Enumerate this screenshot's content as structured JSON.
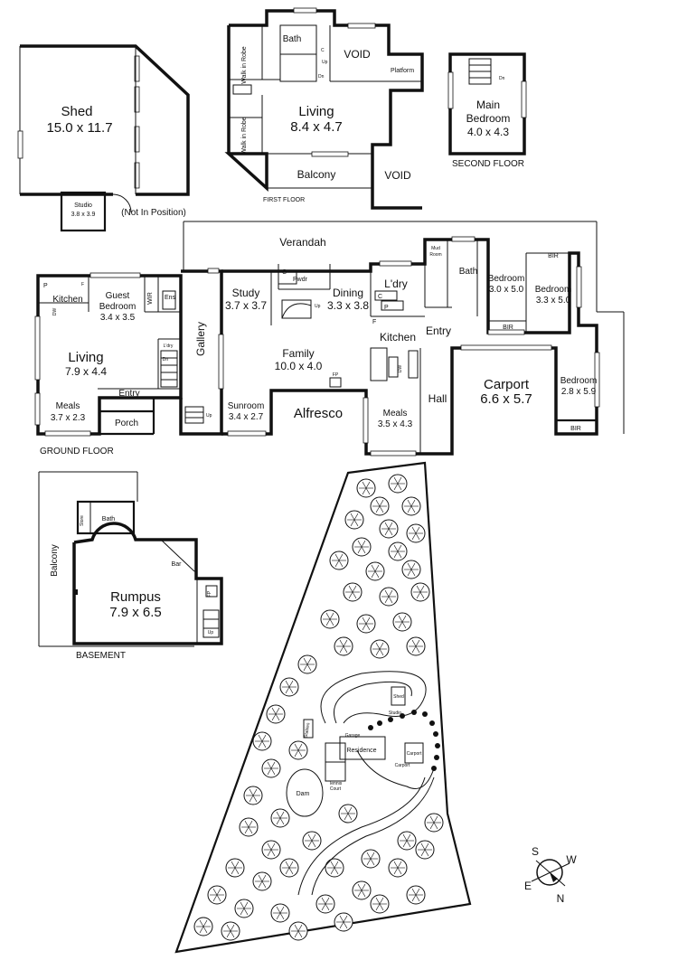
{
  "floors": {
    "ground": "GROUND FLOOR",
    "first": "FIRST FLOOR",
    "second": "SECOND FLOOR",
    "basement": "BASEMENT"
  },
  "shed": {
    "name": "Shed",
    "size": "15.0 x 11.7",
    "studio_name": "Studio",
    "studio_size": "3.8 x 3.9",
    "note": "(Not In Position)"
  },
  "first_floor": {
    "bath": "Bath",
    "walk_in_robe": "Walk in Robe",
    "void": "VOID",
    "platform": "Platform",
    "up": "Up",
    "dn": "Dn",
    "c": "C",
    "living": "Living",
    "living_size": "8.4 x 4.7",
    "balcony": "Balcony"
  },
  "second_floor": {
    "main_bedroom": "Main",
    "main_bedroom_2": "Bedroom",
    "size": "4.0 x 4.3",
    "dn": "Dn"
  },
  "ground_floor": {
    "verandah": "Verandah",
    "kitchen": "Kitchen",
    "p": "P",
    "f": "F",
    "dw": "DW",
    "guest_bedroom": "Guest",
    "guest_bedroom_2": "Bedroom",
    "guest_size": "3.4 x 3.5",
    "wir": "WIR",
    "ens": "Ens",
    "living": "Living",
    "living_size": "7.9 x 4.4",
    "meals": "Meals",
    "meals_size": "3.7 x 2.3",
    "entry": "Entry",
    "porch": "Porch",
    "up": "Up",
    "ldry_small": "L'dry",
    "dn": "Dn",
    "gallery": "Gallery",
    "study": "Study",
    "study_size": "3.7 x 3.7",
    "pwdr": "Pwdr",
    "c": "C",
    "dining": "Dining",
    "dining_size": "3.3 x 3.8",
    "family": "Family",
    "family_size": "10.0 x 4.0",
    "fp": "FP",
    "sunroom": "Sunroom",
    "sunroom_size": "3.4 x 2.7",
    "alfresco": "Alfresco",
    "meals2": "Meals",
    "meals2_size": "3.5 x 4.3",
    "ldry": "L'dry",
    "mud_room": "Mud",
    "mud_room_2": "Room",
    "kitchen2": "Kitchen",
    "entry2": "Entry",
    "bath": "Bath",
    "bir": "BIR",
    "bedroom_a": "Bedroom",
    "bedroom_a_size": "3.0 x 5.0",
    "bedroom_b": "Bedroom",
    "bedroom_b_size": "3.3 x 5.0",
    "bedroom_c": "Bedroom",
    "bedroom_c_size": "2.8 x 5.9",
    "hall": "Hall",
    "carport": "Carport",
    "carport_size": "6.6 x 5.7"
  },
  "basement": {
    "store": "Store",
    "bath": "Bath",
    "balcony": "Balcony",
    "bar": "Bar",
    "rumpus": "Rumpus",
    "rumpus_size": "7.9 x 6.5",
    "fp": "FP",
    "up": "Up"
  },
  "site": {
    "residence": "Residence",
    "carport": "Carport",
    "garage": "Garage",
    "shed": "Shed",
    "studio": "Studio",
    "tennis": "Tennis",
    "tennis_2": "Court",
    "dam": "Dam",
    "stables": "Stables"
  },
  "compass": {
    "s": "S",
    "w": "W",
    "e": "E",
    "n": "N"
  }
}
